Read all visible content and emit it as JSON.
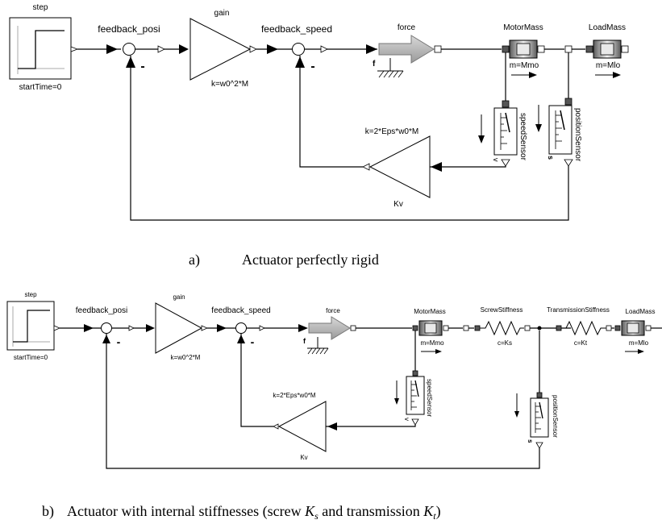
{
  "diagram_a": {
    "step_title": "step",
    "step_param": "startTime=0",
    "feedback_posi": "feedback_posi",
    "feedback_posi_sign": "-",
    "gain_title": "gain",
    "gain_param": "k=w0^2*M",
    "feedback_speed": "feedback_speed",
    "feedback_speed_sign": "-",
    "force_title": "force",
    "force_port": "f",
    "motor_title": "MotorMass",
    "motor_param": "m=Mmo",
    "load_title": "LoadMass",
    "load_param": "m=Mlo",
    "kv_param": "k=2*Eps*w0*M",
    "kv_title": "Kv",
    "speed_sensor": "speedSensor",
    "speed_port": "v",
    "position_sensor": "positionSensor",
    "position_port": "s"
  },
  "caption_a": {
    "prefix": "a)",
    "text": "Actuator perfectly rigid"
  },
  "diagram_b": {
    "step_title": "step",
    "step_param": "startTime=0",
    "feedback_posi": "feedback_posi",
    "feedback_posi_sign": "-",
    "gain_title": "gain",
    "gain_param": "k=w0^2*M",
    "feedback_speed": "feedback_speed",
    "feedback_speed_sign": "-",
    "force_title": "force",
    "force_port": "f",
    "motor_title": "MotorMass",
    "motor_param": "m=Mmo",
    "screw_title": "ScrewStiffness",
    "screw_param": "c=Ks",
    "trans_title": "TransmissionStiffness",
    "trans_param": "c=Kt",
    "load_title": "LoadMass",
    "load_param": "m=Mlo",
    "kv_param": "k=2*Eps*w0*M",
    "kv_title": "Kv",
    "speed_sensor": "speedSensor",
    "speed_port": "v",
    "position_sensor": "positionSensor",
    "position_port": "s"
  },
  "caption_b": {
    "prefix": "b)",
    "text_1": "Actuator with internal stiffnesses (screw ",
    "ks_base": "K",
    "ks_sub": "s",
    "text_2": " and transmission ",
    "kt_base": "K",
    "kt_sub": "t",
    "text_3": ")"
  }
}
